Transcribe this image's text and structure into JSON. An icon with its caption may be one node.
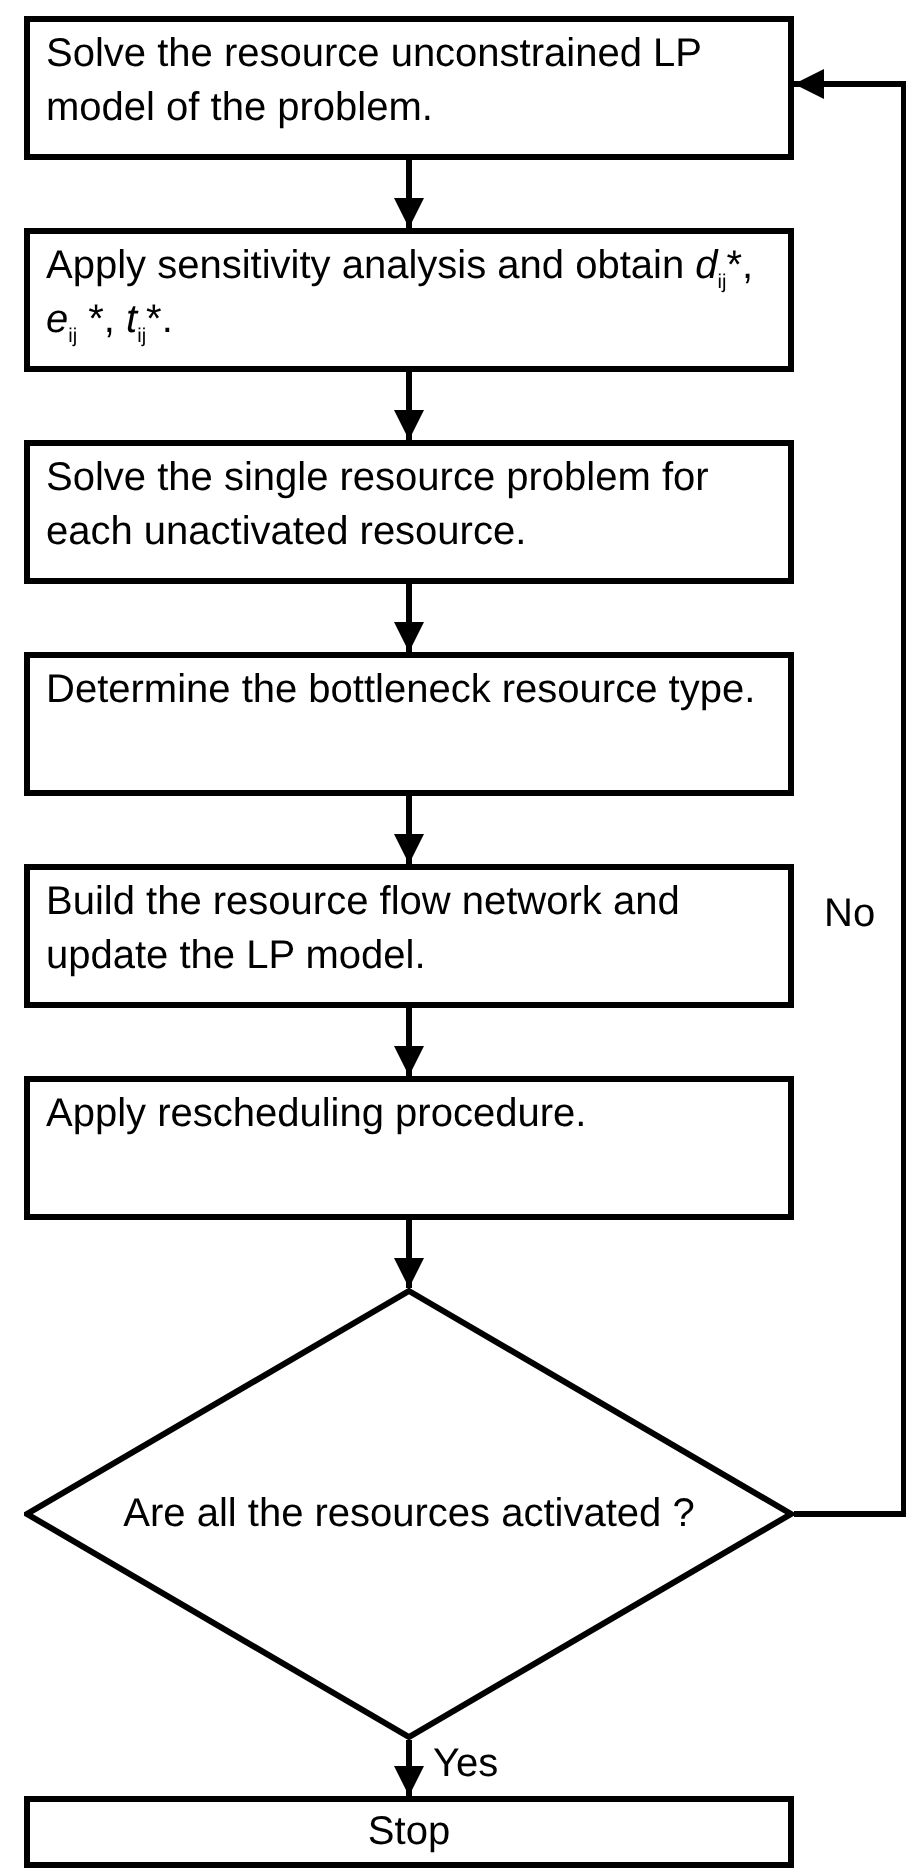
{
  "diagram": {
    "nodes": [
      {
        "text": [
          "Solve the resource unconstrained LP model of the problem."
        ]
      },
      {
        "text": [
          "Apply sensitivity analysis and obtain *d*$_{ij}$*, *e*$_{ij}$ *, *t*$_{ij}$*."
        ]
      },
      {
        "text": [
          "Solve the single resource problem for each unactivated resource."
        ]
      },
      {
        "text": [
          "Determine the bottleneck resource type."
        ]
      },
      {
        "text": [
          "Build the resource flow network and update the LP model."
        ]
      },
      {
        "text": [
          "Apply rescheduling procedure."
        ]
      },
      {
        "text": [
          "Are all the resources activated ?"
        ]
      },
      {
        "text": [
          "Stop"
        ]
      }
    ],
    "edges": [
      {
        "from": 0,
        "to": 1,
        "arrow": "to"
      },
      {
        "from": 1,
        "to": 2,
        "arrow": "to"
      },
      {
        "from": 2,
        "to": 3,
        "arrow": "to"
      },
      {
        "from": 3,
        "to": 4,
        "arrow": "to"
      },
      {
        "from": 4,
        "to": 5,
        "arrow": "to"
      },
      {
        "from": 5,
        "to": 6,
        "arrow": "to"
      },
      {
        "from": 6,
        "to": 7,
        "arrow": "to",
        "label": "Yes"
      },
      {
        "from": 6,
        "to": 0,
        "arrow": "to",
        "label": "No"
      }
    ]
  }
}
